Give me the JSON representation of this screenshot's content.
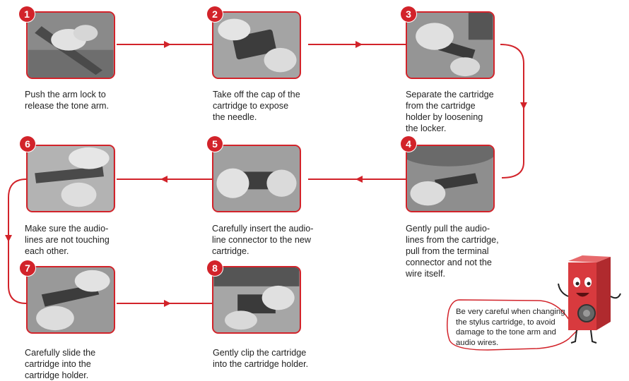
{
  "steps": [
    {
      "number": "1",
      "caption": "Push the arm lock to\nrelease the tone arm."
    },
    {
      "number": "2",
      "caption": "Take off the cap of the\ncartridge to expose\nthe needle."
    },
    {
      "number": "3",
      "caption": "Separate the cartridge\nfrom the cartridge\nholder by loosening\nthe locker."
    },
    {
      "number": "4",
      "caption": "Gently pull the audio-\nlines from the cartridge,\npull from the terminal\nconnector and not the\nwire itself."
    },
    {
      "number": "5",
      "caption": "Carefully insert the audio-\nline connector to the new\ncartridge."
    },
    {
      "number": "6",
      "caption": "Make sure the audio-\nlines are not touching\neach other."
    },
    {
      "number": "7",
      "caption": "Carefully slide the\ncartridge into the\ncartridge holder."
    },
    {
      "number": "8",
      "caption": "Gently clip the cartridge\ninto the cartridge holder."
    }
  ],
  "note": {
    "text": "Be very careful when changing\nthe stylus cartridge, to avoid\ndamage to the tone arm and\naudio wires."
  },
  "colors": {
    "accent": "#d2232a",
    "photo_gray": "#9c9c9c",
    "text": "#222222",
    "mascot_red": "#d83a3e"
  }
}
